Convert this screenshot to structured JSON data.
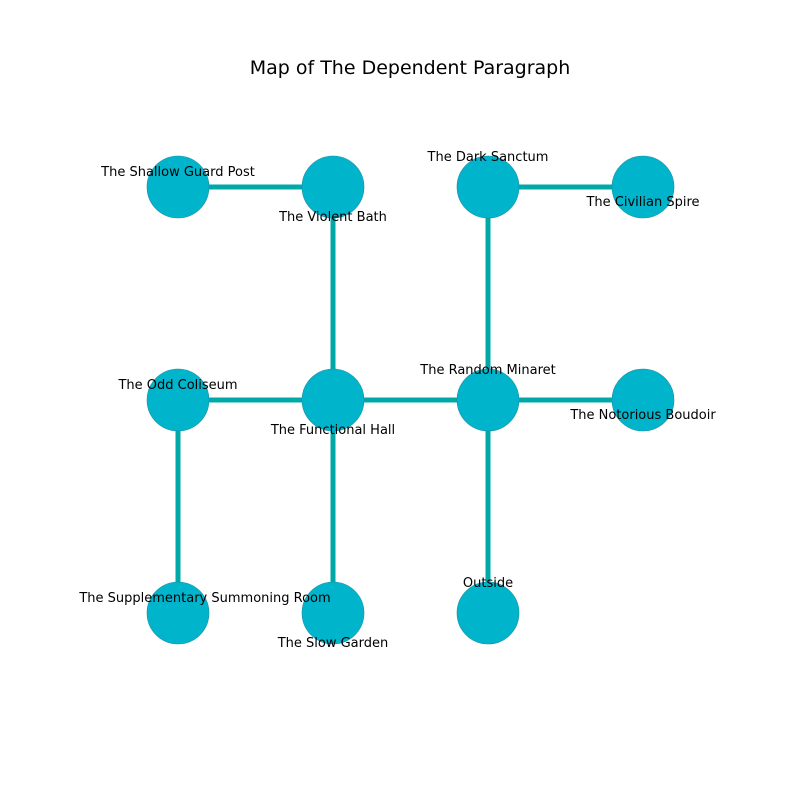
{
  "title": "Map of The Dependent Paragraph",
  "colors": {
    "node_fill": "#00b4cc",
    "node_stroke": "#1a8fa3",
    "edge": "#00a8a8",
    "text": "#000000"
  },
  "rooms": [
    {
      "id": "shallow",
      "name": "The Shallow Guard Post"
    },
    {
      "id": "violent",
      "name": "The Violent Bath"
    },
    {
      "id": "dark",
      "name": "The Dark Sanctum"
    },
    {
      "id": "civilian",
      "name": "The Civilian Spire"
    },
    {
      "id": "odd",
      "name": "The Odd Coliseum"
    },
    {
      "id": "functional",
      "name": "The Functional Hall"
    },
    {
      "id": "random",
      "name": "The Random Minaret"
    },
    {
      "id": "notorious",
      "name": "The Notorious Boudoir"
    },
    {
      "id": "summoning",
      "name": "The Supplementary Summoning Room"
    },
    {
      "id": "slow",
      "name": "The Slow Garden"
    },
    {
      "id": "outside",
      "name": "Outside"
    }
  ],
  "connections": [
    [
      "shallow",
      "violent"
    ],
    [
      "violent",
      "functional"
    ],
    [
      "dark",
      "civilian"
    ],
    [
      "dark",
      "random"
    ],
    [
      "odd",
      "functional"
    ],
    [
      "functional",
      "random"
    ],
    [
      "random",
      "notorious"
    ],
    [
      "odd",
      "summoning"
    ],
    [
      "functional",
      "slow"
    ],
    [
      "random",
      "outside"
    ]
  ]
}
